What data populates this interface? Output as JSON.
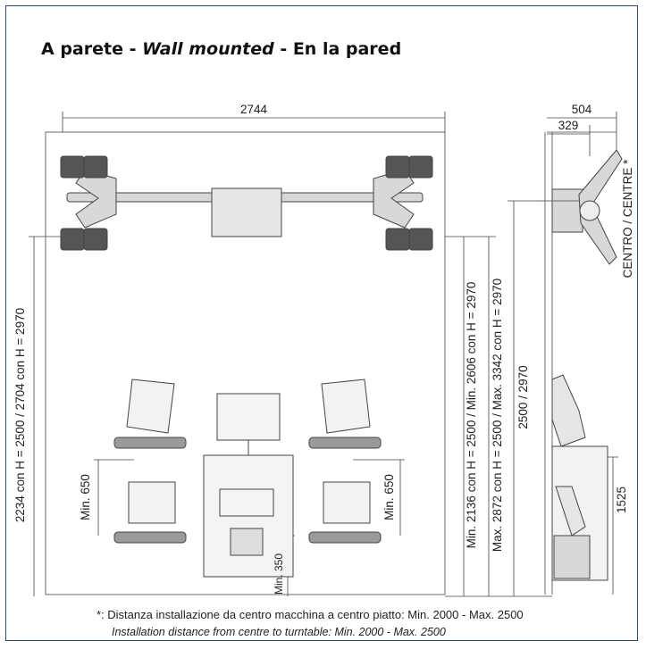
{
  "title": {
    "part1": "A parete - ",
    "part2": "Wall mounted",
    "part3": " - En la pared"
  },
  "dimensions": {
    "width_top": "2744",
    "left_height": "2234 con H = 2500   /   2704 con H = 2970",
    "middle_min": "Min. 2136 con H = 2500 / Min. 2606 con H = 2970",
    "middle_max": "Max. 2872 con H = 2500   /   Max. 3342 con H = 2970",
    "height_total": "2500 / 2970",
    "side_504": "504",
    "side_329": "329",
    "centre_label": "CENTRO / CENTRE *",
    "side_1525": "1525",
    "min_650_left": "Min. 650",
    "min_650_right": "Min. 650",
    "min_350": "Min. 350"
  },
  "footnote": {
    "line1": "*: Distanza installazione da centro macchina a centro piatto: Min. 2000 - Max. 2500",
    "line2": "Installation distance from centre to turntable: Min. 2000 - Max. 2500"
  },
  "colors": {
    "frame": "#1f4e79",
    "line": "#444444",
    "fill": "#d8d8d8"
  }
}
